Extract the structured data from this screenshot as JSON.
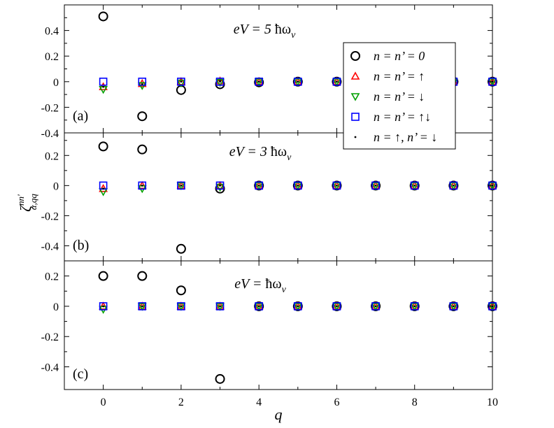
{
  "chart_data": {
    "type": "scatter",
    "xlabel": "q",
    "ylabel": {
      "base": "ζ",
      "superscript": "nn'",
      "subscript": "α,qq"
    },
    "xlim": [
      -1,
      10
    ],
    "xticks": [
      0,
      2,
      4,
      6,
      8,
      10
    ],
    "grid": false,
    "legend_position": "top-right (in panel a)",
    "legend": [
      {
        "key": "n0",
        "marker": "circle",
        "color": "#000000",
        "label": {
          "pre": "n = n’ = 0"
        }
      },
      {
        "key": "nup",
        "marker": "triangle-up",
        "color": "#ff0000",
        "label": {
          "pre": "n = n’ = ",
          "arrow1": "↑"
        }
      },
      {
        "key": "ndn",
        "marker": "triangle-down",
        "color": "#00a000",
        "label": {
          "pre": "n = n’ = ",
          "arrow1": "↓"
        }
      },
      {
        "key": "nud",
        "marker": "square",
        "color": "#0000ff",
        "label": {
          "pre": "n = n’ = ",
          "arrow1": "↑↓"
        }
      },
      {
        "key": "ncross",
        "marker": "dot",
        "color": "#000000",
        "label": {
          "pre": "n = ",
          "arrow1": "↑",
          "mid": ", n’ = ",
          "arrow2": "↓"
        }
      }
    ],
    "panels": [
      {
        "id": "a",
        "tag": "(a)",
        "title": {
          "text": "eV = 5 ",
          "unit": "ħω",
          "sub": "v"
        },
        "ylim": [
          -0.4,
          0.6
        ],
        "yticks": [
          0.4,
          0.2,
          0,
          -0.2,
          -0.4
        ],
        "ytick_labels": [
          "0.4",
          "0.2",
          "0",
          "-0.2",
          "-0.4"
        ],
        "series": {
          "n0": {
            "x": [
              0,
              1,
              2,
              3,
              4,
              5,
              6,
              7,
              8,
              9,
              10
            ],
            "y": [
              0.51,
              -0.27,
              -0.065,
              -0.02,
              -0.005,
              0,
              0,
              0,
              0,
              0,
              0
            ]
          },
          "nup": {
            "x": [
              0,
              1,
              2,
              3,
              4,
              5,
              6,
              7,
              8,
              9,
              10
            ],
            "y": [
              -0.04,
              -0.015,
              0,
              0.005,
              0,
              0,
              0,
              0,
              0,
              0,
              0
            ]
          },
          "ndn": {
            "x": [
              0,
              1,
              2,
              3,
              4,
              5,
              6,
              7,
              8,
              9,
              10
            ],
            "y": [
              -0.06,
              -0.03,
              -0.01,
              -0.005,
              0,
              0,
              0,
              0,
              0,
              0,
              0
            ]
          },
          "nud": {
            "x": [
              0,
              1,
              2,
              3,
              4,
              5,
              6,
              7,
              8,
              9,
              10
            ],
            "y": [
              0,
              0,
              0,
              0,
              0,
              0,
              0,
              0,
              0,
              0,
              0
            ]
          },
          "ncross": {
            "x": [
              0,
              1,
              2,
              3,
              4,
              5,
              6,
              7,
              8,
              9,
              10
            ],
            "y": [
              -0.04,
              -0.02,
              0,
              0,
              0,
              0,
              0,
              0,
              0,
              0,
              0
            ]
          }
        }
      },
      {
        "id": "b",
        "tag": "(b)",
        "title": {
          "text": "eV = 3 ",
          "unit": "ħω",
          "sub": "v"
        },
        "ylim": [
          -0.5,
          0.35
        ],
        "yticks": [
          -0.4,
          0.2,
          0,
          -0.2
        ],
        "ytick_labels": [
          "-0.4",
          "0.2",
          "0",
          "-0.2"
        ],
        "series": {
          "n0": {
            "x": [
              0,
              1,
              2,
              3,
              4,
              5,
              6,
              7,
              8,
              9,
              10
            ],
            "y": [
              0.26,
              0.24,
              -0.42,
              -0.02,
              0,
              0,
              0,
              0,
              0,
              0,
              0
            ]
          },
          "nup": {
            "x": [
              0,
              1,
              2,
              3,
              4,
              5,
              6,
              7,
              8,
              9,
              10
            ],
            "y": [
              -0.02,
              0,
              0,
              0,
              0,
              0,
              0,
              0,
              0,
              0,
              0
            ]
          },
          "ndn": {
            "x": [
              0,
              1,
              2,
              3,
              4,
              5,
              6,
              7,
              8,
              9,
              10
            ],
            "y": [
              -0.04,
              -0.02,
              0,
              -0.01,
              0,
              0,
              0,
              0,
              0,
              0,
              0
            ]
          },
          "nud": {
            "x": [
              0,
              1,
              2,
              3,
              4,
              5,
              6,
              7,
              8,
              9,
              10
            ],
            "y": [
              0,
              0,
              0,
              0,
              0,
              0,
              0,
              0,
              0,
              0,
              0
            ]
          },
          "ncross": {
            "x": [
              0,
              1,
              2,
              3,
              4,
              5,
              6,
              7,
              8,
              9,
              10
            ],
            "y": [
              -0.02,
              0,
              0,
              0,
              0,
              0,
              0,
              0,
              0,
              0,
              0
            ]
          }
        }
      },
      {
        "id": "c",
        "tag": "(c)",
        "title": {
          "text": "eV = ",
          "unit": "ħω",
          "sub": "v"
        },
        "ylim": [
          -0.55,
          0.3
        ],
        "yticks": [
          0.2,
          0,
          -0.2,
          -0.4
        ],
        "ytick_labels": [
          "0.2",
          "0",
          "-0.2",
          "-0.4"
        ],
        "series": {
          "n0": {
            "x": [
              0,
              1,
              2,
              3,
              4,
              5,
              6,
              7,
              8,
              9,
              10
            ],
            "y": [
              0.2,
              0.2,
              0.105,
              -0.48,
              0,
              0,
              0,
              0,
              0,
              0,
              0
            ]
          },
          "nup": {
            "x": [
              0,
              1,
              2,
              3,
              4,
              5,
              6,
              7,
              8,
              9,
              10
            ],
            "y": [
              0,
              0,
              0,
              0,
              0,
              0,
              0,
              0,
              0,
              0,
              0
            ]
          },
          "ndn": {
            "x": [
              0,
              1,
              2,
              3,
              4,
              5,
              6,
              7,
              8,
              9,
              10
            ],
            "y": [
              -0.02,
              0,
              0,
              0,
              0,
              0,
              0,
              0,
              0,
              0,
              0
            ]
          },
          "nud": {
            "x": [
              0,
              1,
              2,
              3,
              4,
              5,
              6,
              7,
              8,
              9,
              10
            ],
            "y": [
              0,
              0,
              0,
              0,
              0,
              0,
              0,
              0,
              0,
              0,
              0
            ]
          },
          "ncross": {
            "x": [
              0,
              1,
              2,
              3,
              4,
              5,
              6,
              7,
              8,
              9,
              10
            ],
            "y": [
              0,
              0,
              0,
              0,
              0,
              0,
              0,
              0,
              0,
              0,
              0
            ]
          }
        }
      }
    ]
  }
}
